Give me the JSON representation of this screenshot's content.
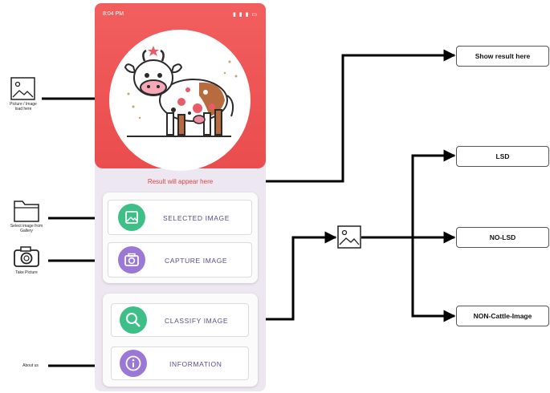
{
  "phone": {
    "status_time": "8:04 PM",
    "result_placeholder": "Result will appear here",
    "buttons": {
      "selected": "SELECTED IMAGE",
      "capture": "CAPTURE IMAGE",
      "classify": "CLASSIFY IMAGE",
      "information": "INFORMATION"
    }
  },
  "left_labels": {
    "picture": "Picture / Image load here",
    "gallery": "Select image from Gallery",
    "take_picture": "Take Picture",
    "about": "About us"
  },
  "result_boxes": {
    "show_result": "Show result here",
    "lsd": "LSD",
    "no_lsd": "NO-LSD",
    "non_cattle": "NON-Cattle-Image"
  },
  "colors": {
    "header_red": "#f05a5a",
    "button_green": "#3fbf88",
    "button_purple": "#9b78d6",
    "result_text": "#e04343"
  }
}
